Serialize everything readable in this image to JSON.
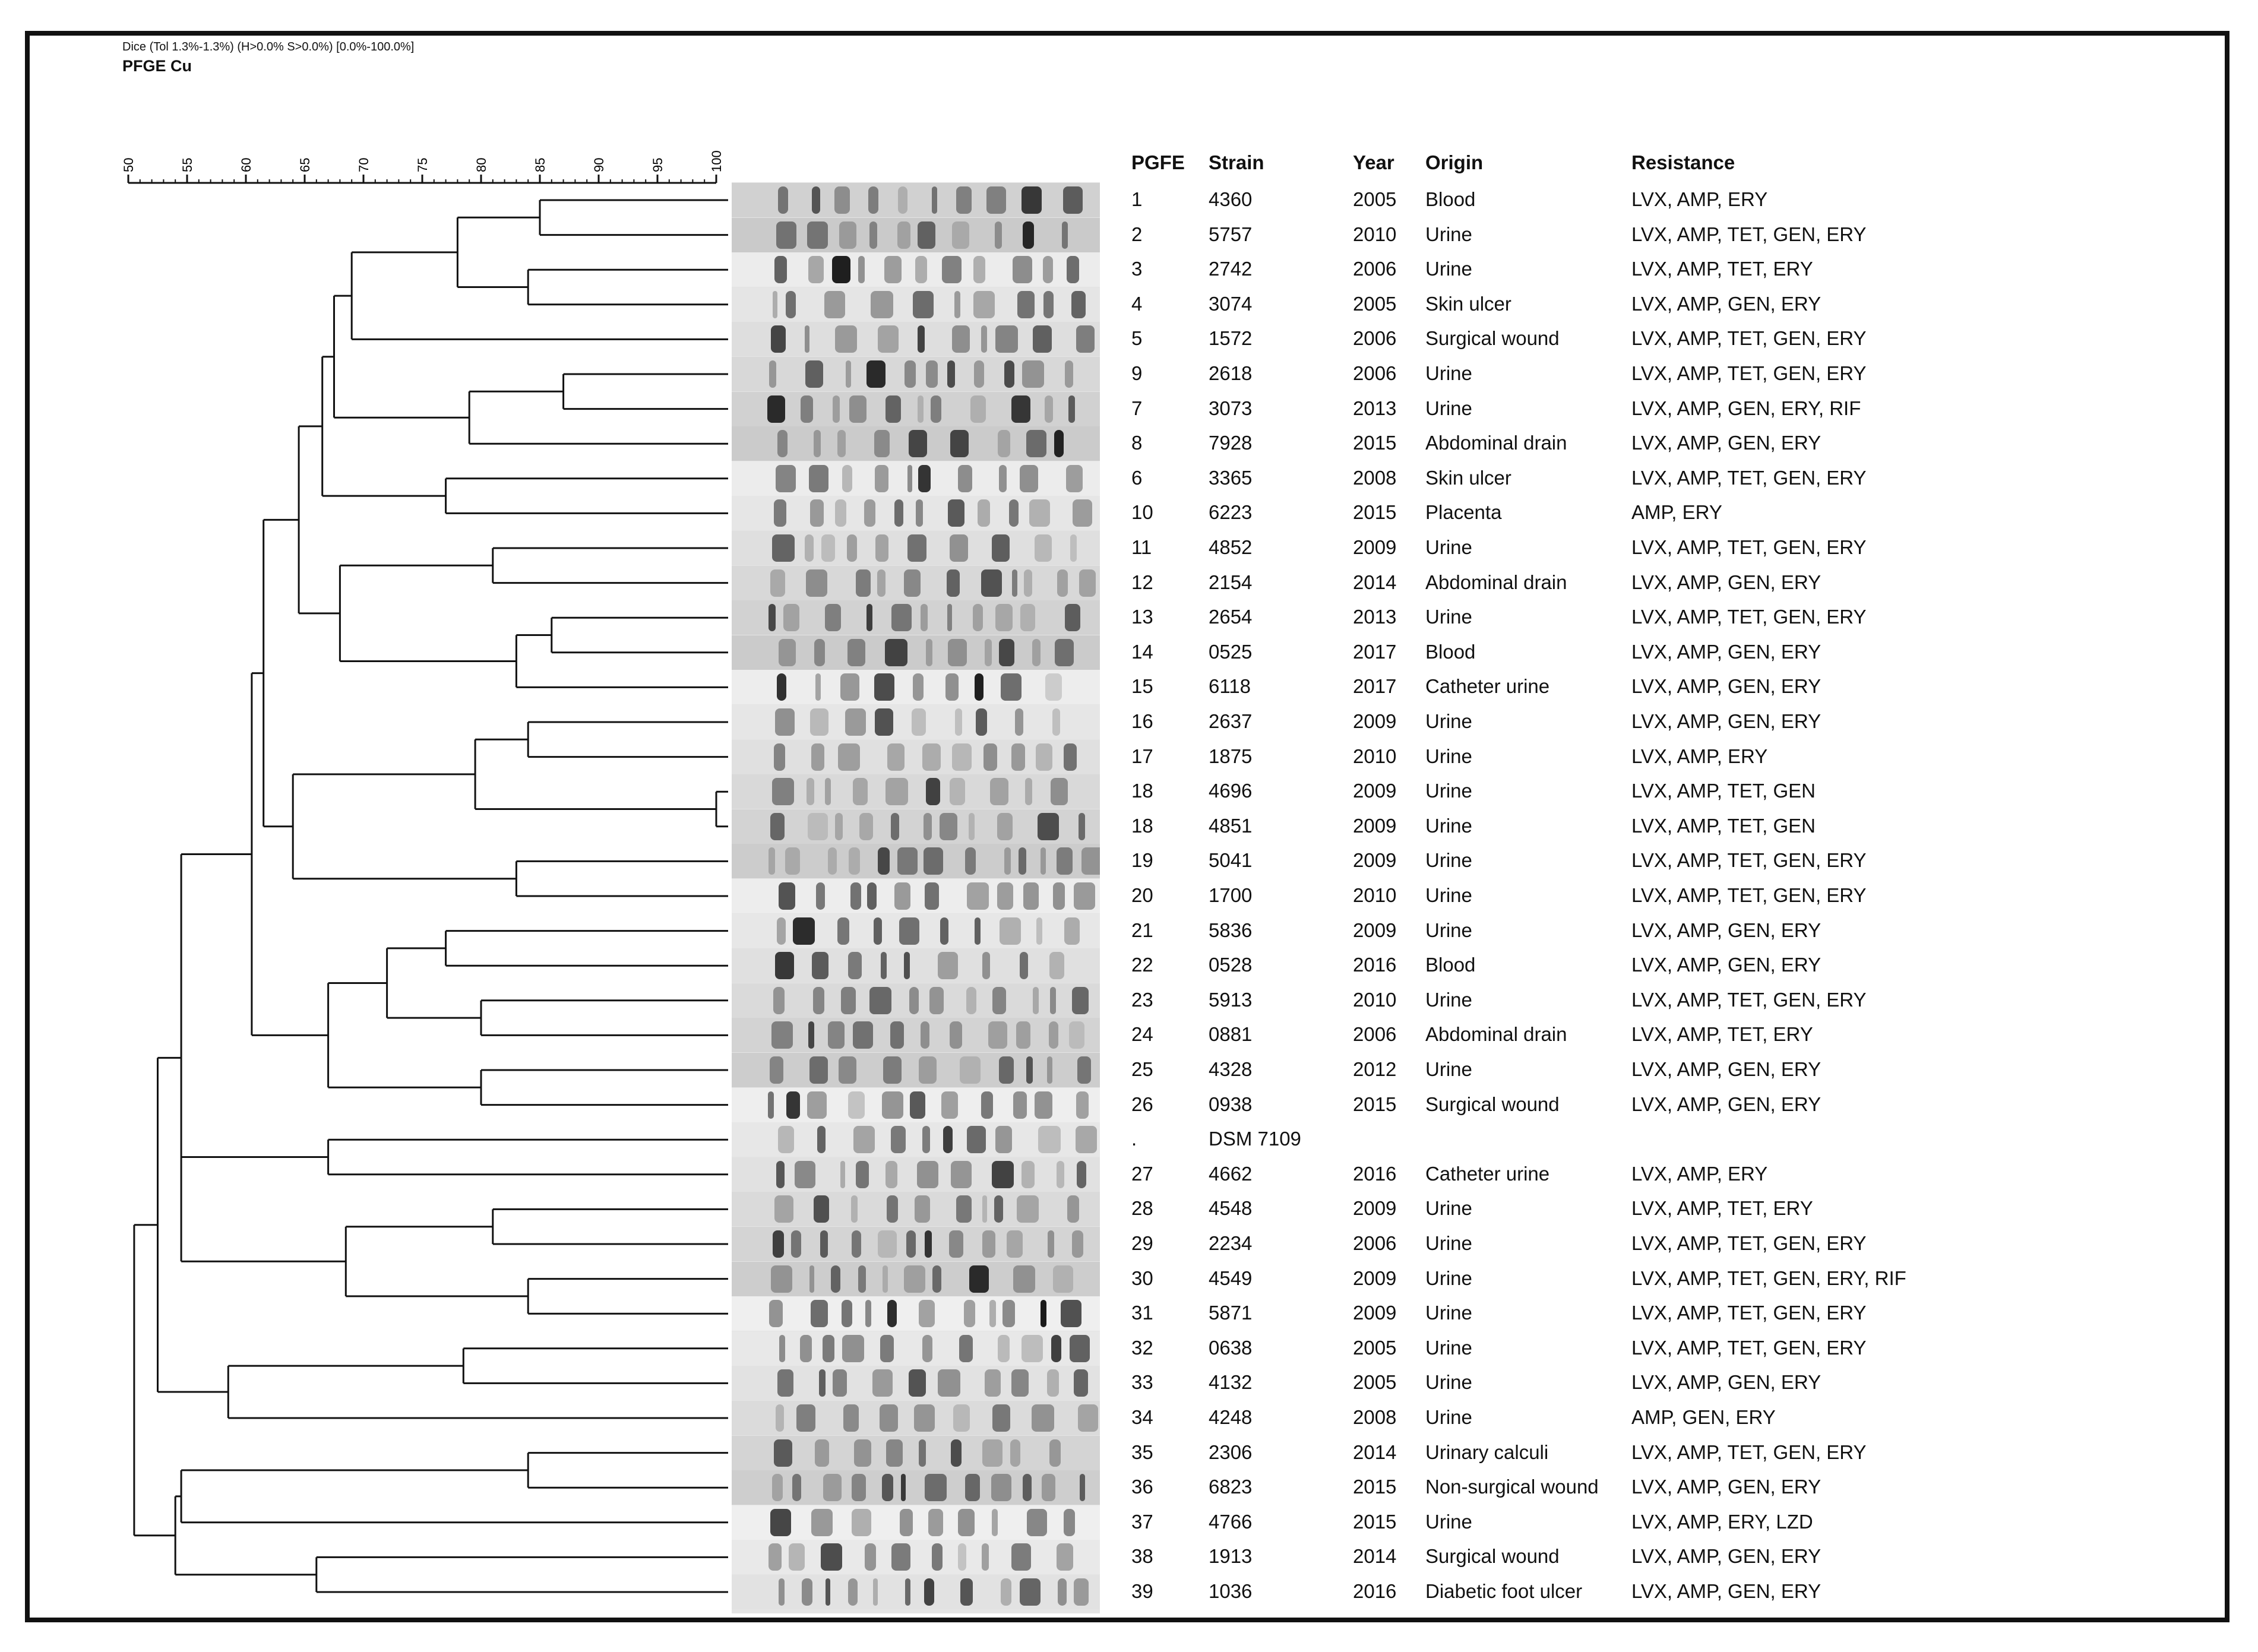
{
  "header": {
    "settings": "Dice (Tol 1.3%-1.3%) (H>0.0% S>0.0%) [0.0%-100.0%]",
    "title": "PFGE Cu"
  },
  "scale_ticks": [
    "50",
    "55",
    "60",
    "65",
    "70",
    "75",
    "80",
    "85",
    "90",
    "95",
    "100"
  ],
  "columns": {
    "pfge": "PGFE",
    "strain": "Strain",
    "year": "Year",
    "origin": "Origin",
    "resistance": "Resistance"
  },
  "rows": [
    {
      "pfge": "1",
      "strain": "4360",
      "year": "2005",
      "origin": "Blood",
      "resistance": "LVX, AMP, ERY"
    },
    {
      "pfge": "2",
      "strain": "5757",
      "year": "2010",
      "origin": "Urine",
      "resistance": "LVX, AMP, TET, GEN, ERY"
    },
    {
      "pfge": "3",
      "strain": "2742",
      "year": "2006",
      "origin": "Urine",
      "resistance": "LVX, AMP, TET, ERY"
    },
    {
      "pfge": "4",
      "strain": "3074",
      "year": "2005",
      "origin": "Skin ulcer",
      "resistance": "LVX, AMP, GEN, ERY"
    },
    {
      "pfge": "5",
      "strain": "1572",
      "year": "2006",
      "origin": "Surgical wound",
      "resistance": "LVX, AMP, TET, GEN, ERY"
    },
    {
      "pfge": "9",
      "strain": "2618",
      "year": "2006",
      "origin": "Urine",
      "resistance": "LVX, AMP, TET, GEN, ERY"
    },
    {
      "pfge": "7",
      "strain": "3073",
      "year": "2013",
      "origin": "Urine",
      "resistance": "LVX, AMP, GEN, ERY, RIF"
    },
    {
      "pfge": "8",
      "strain": "7928",
      "year": "2015",
      "origin": "Abdominal drain",
      "resistance": "LVX, AMP, GEN, ERY"
    },
    {
      "pfge": "6",
      "strain": "3365",
      "year": "2008",
      "origin": "Skin ulcer",
      "resistance": "LVX, AMP, TET, GEN, ERY"
    },
    {
      "pfge": "10",
      "strain": "6223",
      "year": "2015",
      "origin": "Placenta",
      "resistance": "AMP, ERY"
    },
    {
      "pfge": "11",
      "strain": "4852",
      "year": "2009",
      "origin": "Urine",
      "resistance": "LVX, AMP, TET, GEN, ERY"
    },
    {
      "pfge": "12",
      "strain": "2154",
      "year": "2014",
      "origin": "Abdominal drain",
      "resistance": "LVX, AMP, GEN, ERY"
    },
    {
      "pfge": "13",
      "strain": "2654",
      "year": "2013",
      "origin": "Urine",
      "resistance": "LVX, AMP, TET, GEN, ERY"
    },
    {
      "pfge": "14",
      "strain": "0525",
      "year": "2017",
      "origin": "Blood",
      "resistance": "LVX, AMP, GEN, ERY"
    },
    {
      "pfge": "15",
      "strain": "6118",
      "year": "2017",
      "origin": "Catheter urine",
      "resistance": "LVX, AMP, GEN, ERY"
    },
    {
      "pfge": "16",
      "strain": "2637",
      "year": "2009",
      "origin": "Urine",
      "resistance": "LVX, AMP, GEN, ERY"
    },
    {
      "pfge": "17",
      "strain": "1875",
      "year": "2010",
      "origin": "Urine",
      "resistance": "LVX, AMP, ERY"
    },
    {
      "pfge": "18",
      "strain": "4696",
      "year": "2009",
      "origin": "Urine",
      "resistance": "LVX, AMP, TET, GEN"
    },
    {
      "pfge": "18",
      "strain": "4851",
      "year": "2009",
      "origin": "Urine",
      "resistance": "LVX, AMP, TET, GEN"
    },
    {
      "pfge": "19",
      "strain": "5041",
      "year": "2009",
      "origin": "Urine",
      "resistance": "LVX, AMP, TET, GEN, ERY"
    },
    {
      "pfge": "20",
      "strain": "1700",
      "year": "2010",
      "origin": "Urine",
      "resistance": "LVX, AMP, TET, GEN, ERY"
    },
    {
      "pfge": "21",
      "strain": "5836",
      "year": "2009",
      "origin": "Urine",
      "resistance": "LVX, AMP, GEN, ERY"
    },
    {
      "pfge": "22",
      "strain": "0528",
      "year": "2016",
      "origin": "Blood",
      "resistance": "LVX, AMP, GEN, ERY"
    },
    {
      "pfge": "23",
      "strain": "5913",
      "year": "2010",
      "origin": "Urine",
      "resistance": "LVX, AMP, TET, GEN, ERY"
    },
    {
      "pfge": "24",
      "strain": "0881",
      "year": "2006",
      "origin": "Abdominal drain",
      "resistance": "LVX, AMP, TET, ERY"
    },
    {
      "pfge": "25",
      "strain": "4328",
      "year": "2012",
      "origin": "Urine",
      "resistance": "LVX, AMP, GEN, ERY"
    },
    {
      "pfge": "26",
      "strain": "0938",
      "year": "2015",
      "origin": "Surgical wound",
      "resistance": "LVX, AMP, GEN, ERY"
    },
    {
      "pfge": ".",
      "strain": "DSM 7109",
      "year": "",
      "origin": "",
      "resistance": ""
    },
    {
      "pfge": "27",
      "strain": "4662",
      "year": "2016",
      "origin": "Catheter urine",
      "resistance": "LVX, AMP, ERY"
    },
    {
      "pfge": "28",
      "strain": "4548",
      "year": "2009",
      "origin": "Urine",
      "resistance": "LVX, AMP, TET, ERY"
    },
    {
      "pfge": "29",
      "strain": "2234",
      "year": "2006",
      "origin": "Urine",
      "resistance": "LVX, AMP, TET, GEN, ERY"
    },
    {
      "pfge": "30",
      "strain": "4549",
      "year": "2009",
      "origin": "Urine",
      "resistance": "LVX, AMP, TET, GEN, ERY, RIF"
    },
    {
      "pfge": "31",
      "strain": "5871",
      "year": "2009",
      "origin": "Urine",
      "resistance": "LVX, AMP, TET, GEN, ERY"
    },
    {
      "pfge": "32",
      "strain": "0638",
      "year": "2005",
      "origin": "Urine",
      "resistance": "LVX, AMP, TET, GEN, ERY"
    },
    {
      "pfge": "33",
      "strain": "4132",
      "year": "2005",
      "origin": "Urine",
      "resistance": "LVX, AMP, GEN, ERY"
    },
    {
      "pfge": "34",
      "strain": "4248",
      "year": "2008",
      "origin": "Urine",
      "resistance": "AMP, GEN, ERY"
    },
    {
      "pfge": "35",
      "strain": "2306",
      "year": "2014",
      "origin": "Urinary calculi",
      "resistance": "LVX, AMP, TET, GEN, ERY"
    },
    {
      "pfge": "36",
      "strain": "6823",
      "year": "2015",
      "origin": "Non-surgical wound",
      "resistance": "LVX, AMP, GEN, ERY"
    },
    {
      "pfge": "37",
      "strain": "4766",
      "year": "2015",
      "origin": "Urine",
      "resistance": "LVX, AMP, ERY, LZD"
    },
    {
      "pfge": "38",
      "strain": "1913",
      "year": "2014",
      "origin": "Surgical wound",
      "resistance": "LVX, AMP, GEN, ERY"
    },
    {
      "pfge": "39",
      "strain": "1036",
      "year": "2016",
      "origin": "Diabetic foot ulcer",
      "resistance": "LVX, AMP, GEN, ERY"
    }
  ]
}
